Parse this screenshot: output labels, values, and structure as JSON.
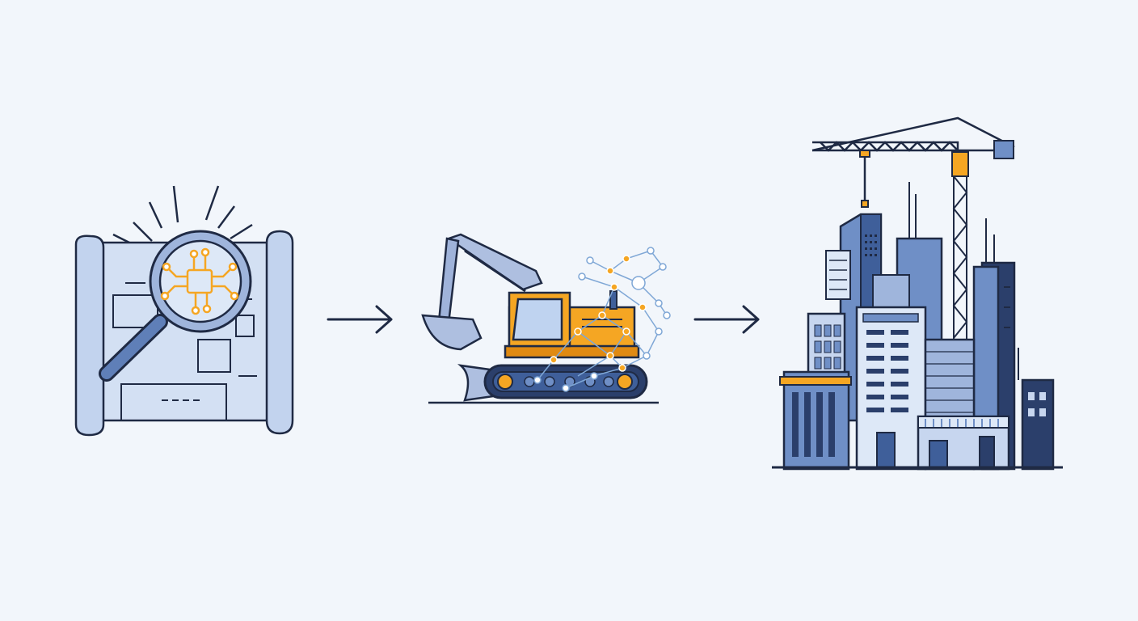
{
  "flow": {
    "steps": [
      {
        "id": "blueprint-analysis",
        "icon": "blueprint-magnifier-icon"
      },
      {
        "id": "site-excavation",
        "icon": "excavator-network-icon"
      },
      {
        "id": "city-construction",
        "icon": "skyline-crane-icon"
      }
    ],
    "connectors": [
      "arrow-right-icon",
      "arrow-right-icon"
    ]
  },
  "colors": {
    "background": "#f2f6fb",
    "outline": "#1f2a44",
    "blue_light": "#c7d6ef",
    "blue_mid": "#6f8fc6",
    "blue_dark": "#3f5f9a",
    "navy": "#2b3f6b",
    "accent_orange": "#f5a623",
    "accent_orange_dark": "#e08a12"
  }
}
